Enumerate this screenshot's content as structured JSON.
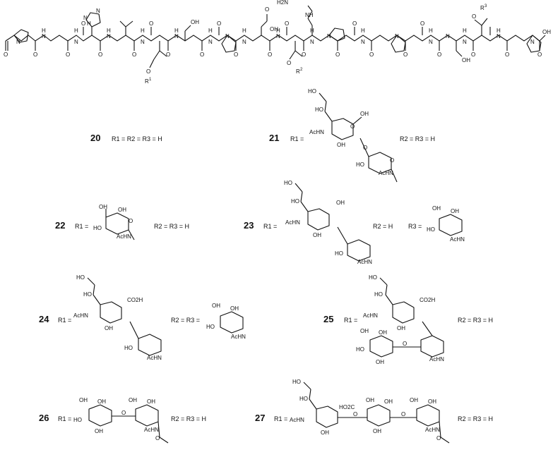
{
  "figure": {
    "peptide": {
      "atoms": {
        "ac_o": "O",
        "his_n1": "N",
        "his_nh": "N",
        "his_h": "H",
        "o_r1": "O",
        "r1": "R",
        "r1_sup": "1",
        "ho_ser1": "OH",
        "asp_acid": "OH",
        "asp_o": "O",
        "o_r2": "O",
        "r2": "R",
        "r2_sup": "2",
        "h2n": "H2N",
        "nh": "NH",
        "o_r3": "O",
        "r3": "R",
        "r3_sup": "3",
        "ho_ser2": "OH",
        "c_oh": "OH",
        "c_o": "O",
        "n_labels": [
          "N",
          "N",
          "N",
          "N",
          "N",
          "N",
          "N",
          "N",
          "N",
          "N",
          "N",
          "N",
          "N",
          "N",
          "N",
          "N",
          "N",
          "N",
          "N",
          "N",
          "N",
          "N"
        ],
        "h_labels": [
          "H",
          "H",
          "H",
          "H",
          "H",
          "H",
          "H",
          "H",
          "H",
          "H",
          "H",
          "H",
          "H",
          "H",
          "H",
          "H"
        ],
        "o_labels": [
          "O",
          "O",
          "O",
          "O",
          "O",
          "O",
          "O",
          "O",
          "O",
          "O",
          "O",
          "O",
          "O",
          "O",
          "O",
          "O",
          "O",
          "O",
          "O",
          "O",
          "O"
        ]
      }
    },
    "compounds": [
      {
        "id": "20",
        "r_text": "R1 = R2 = R3 = H"
      },
      {
        "id": "21",
        "r1_label": "R1 =",
        "rest_label": "R2 = R3 = H"
      },
      {
        "id": "22",
        "r1_label": "R1 =",
        "rest_label": "R2 = R3 = H"
      },
      {
        "id": "23",
        "r1_label": "R1 =",
        "r2_label": "R2 = H",
        "r3_label": "R3 ="
      },
      {
        "id": "24",
        "r1_label": "R1 =",
        "rest_label": "R2 = R3 ="
      },
      {
        "id": "25",
        "r1_label": "R1 =",
        "rest_label": "R2 = R3 = H"
      },
      {
        "id": "26",
        "r1_label": "R1 =",
        "rest_label": "R2 = R3 = H"
      },
      {
        "id": "27",
        "r1_label": "R1 =",
        "rest_label": "R2 = R3 = H"
      }
    ],
    "sugar_labels": {
      "oh": "OH",
      "ho": "HO",
      "o": "O",
      "achn": "AcHN",
      "acnh": "AcHN",
      "co2h": "CO2H",
      "ho2c": "HO2C",
      "cooh": "OH",
      "achn_gal": "AcHN"
    }
  }
}
